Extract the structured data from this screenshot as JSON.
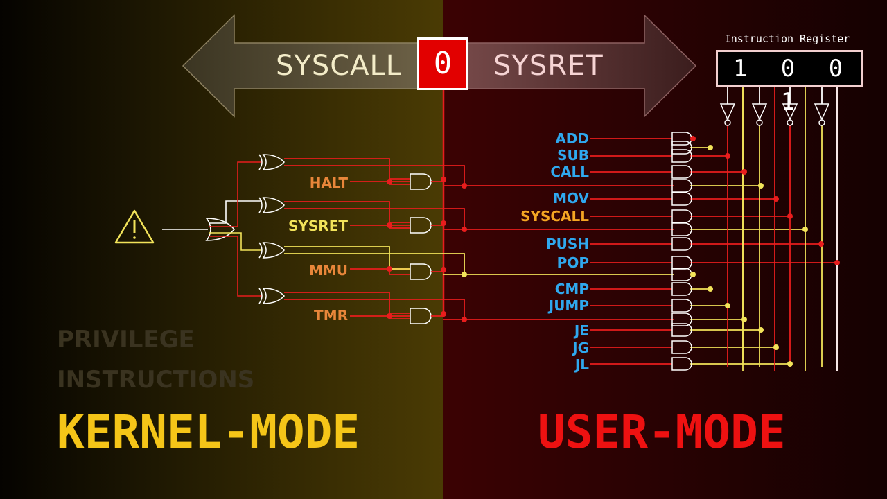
{
  "colors": {
    "kernel": "#f5c518",
    "user": "#ee1111",
    "wire_red": "#e81d1d",
    "wire_yellow": "#f2e35a",
    "gate_stroke": "#ffffff",
    "opcode": "#2fa8ee",
    "priv_label": "#e8863a",
    "sysret_label": "#f2e35a",
    "syscall_label": "#f5a623"
  },
  "arrow": {
    "left_label": "SYSCALL",
    "right_label": "SYSRET",
    "mode_bit": "0"
  },
  "instruction_register": {
    "title": "Instruction Register",
    "bits": "1 0 0 1"
  },
  "privileged_signals": [
    "HALT",
    "SYSRET",
    "MMU",
    "TMR"
  ],
  "warning_icon": "warning-triangle-icon",
  "opcodes": [
    "ADD",
    "SUB",
    "CALL",
    "MOV",
    "SYSCALL",
    "PUSH",
    "POP",
    "CMP",
    "JUMP",
    "JE",
    "JG",
    "JL"
  ],
  "section": {
    "faded_line1": "PRIVILEGE",
    "faded_line2": "INSTRUCTIONS",
    "kernel_title": "KERNEL-MODE",
    "user_title": "USER-MODE"
  }
}
